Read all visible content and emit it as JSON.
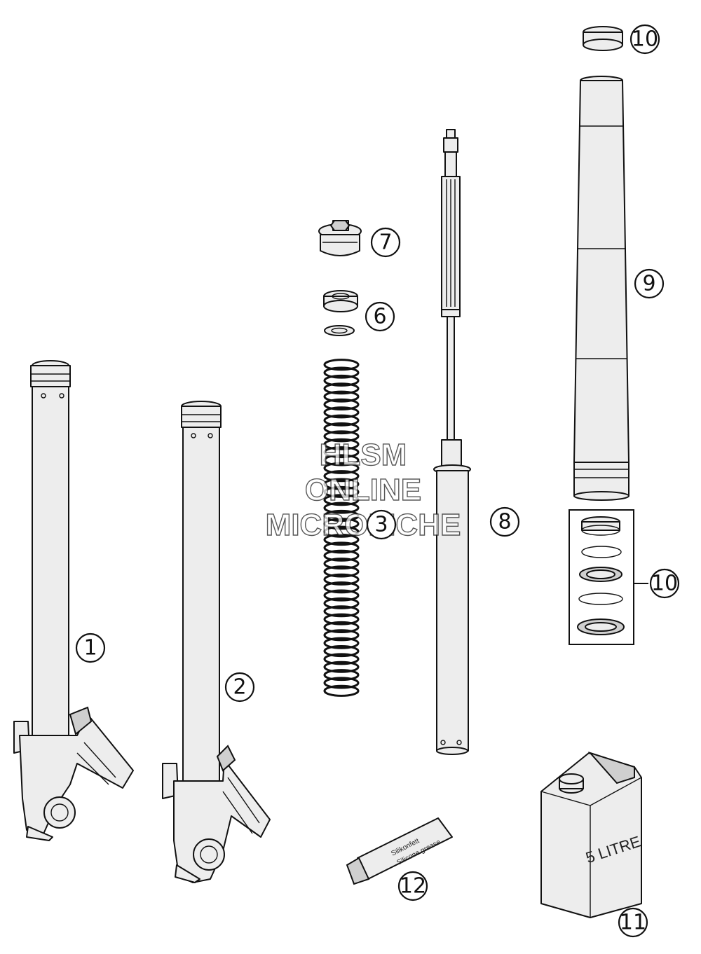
{
  "callouts": [
    {
      "num": "1"
    },
    {
      "num": "2"
    },
    {
      "num": "3"
    },
    {
      "num": "6"
    },
    {
      "num": "7"
    },
    {
      "num": "8"
    },
    {
      "num": "9"
    },
    {
      "num": "10"
    },
    {
      "num": "10"
    },
    {
      "num": "11"
    },
    {
      "num": "12"
    }
  ],
  "watermark": {
    "line1": "HLSM",
    "line2": "ONLINE",
    "line3": "MICROFICHE"
  },
  "canister": {
    "label": "5 LITRE"
  },
  "tube": {
    "label1": "Silikonfett",
    "label2": "Silicone grease"
  }
}
